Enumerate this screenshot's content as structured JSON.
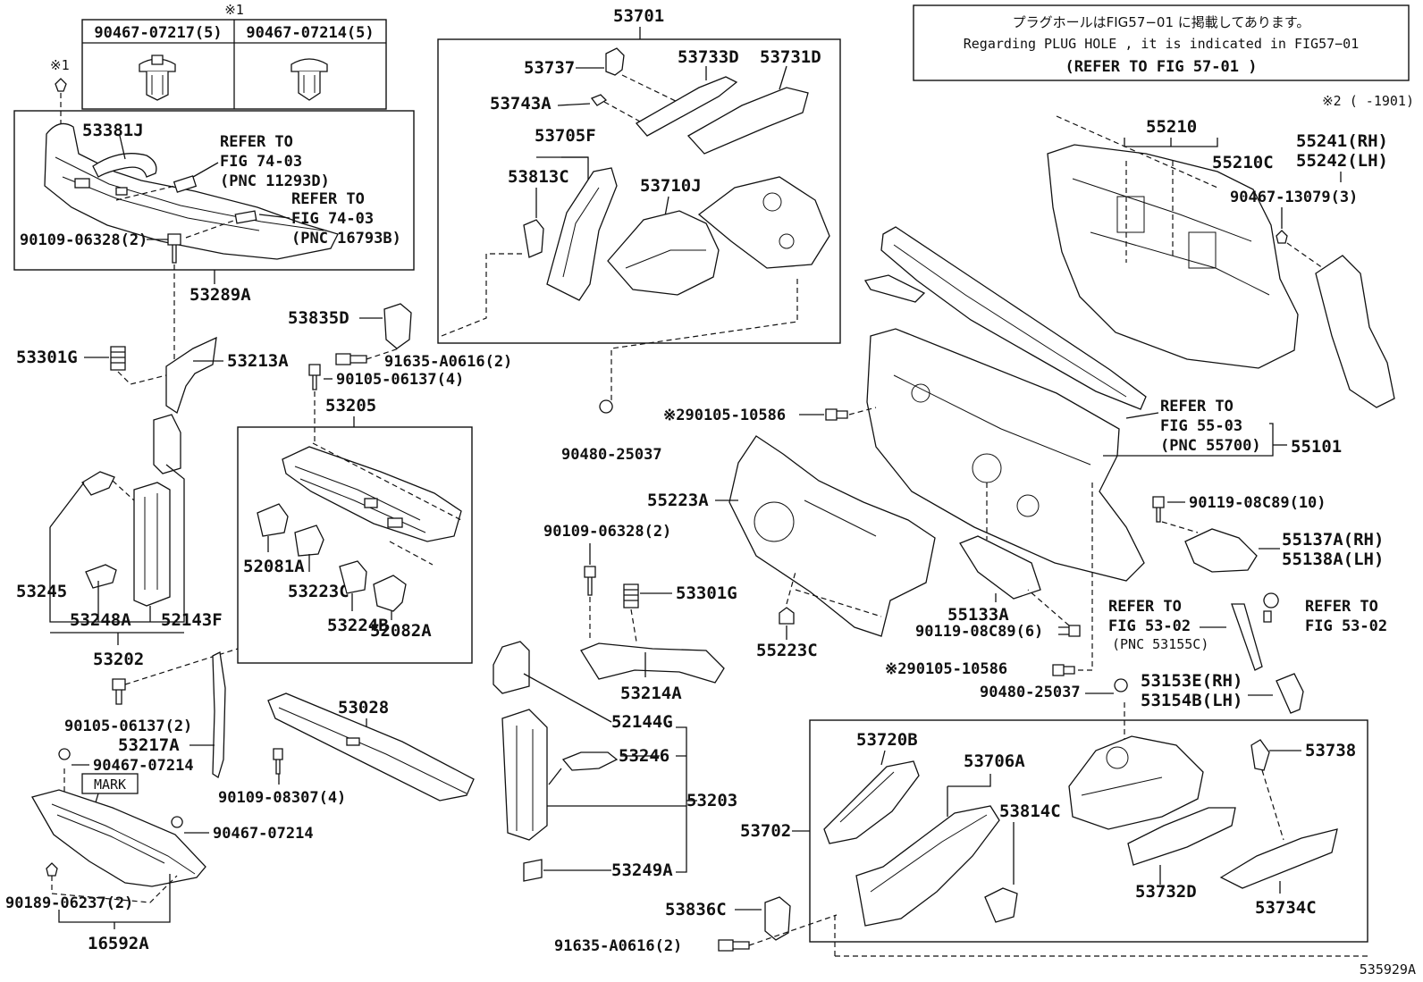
{
  "note": {
    "jp": "プラグホールはFIG57−01 に掲載してあります。",
    "en": "Regarding PLUG HOLE , it is indicated in FIG57−01",
    "ref": "(REFER TO FIG 57-01 )"
  },
  "footnote_range": "※2 (      -1901)",
  "clip_table": {
    "mark": "※1",
    "headers": [
      "90467-07217(5)",
      "90467-07214(5)"
    ]
  },
  "refs": {
    "r1": {
      "a": "REFER TO",
      "b": "FIG 74-03",
      "c": "(PNC 11293D)"
    },
    "r2": {
      "a": "REFER TO",
      "b": "FIG 74-03",
      "c": "(PNC 16793B)"
    },
    "r3": {
      "a": "REFER TO",
      "b": "FIG 55-03",
      "c": "(PNC 55700)"
    },
    "r4": {
      "a": "REFER TO",
      "b": "FIG 53-02",
      "c": "(PNC 53155C)"
    },
    "r5": {
      "a": "REFER TO",
      "b": "FIG 53-02"
    }
  },
  "labels": {
    "m1": "※1",
    "p53381J": "53381J",
    "p53289A": "53289A",
    "p90109_06328a": "90109-06328(2)",
    "p53301Ga": "53301G",
    "p53213A": "53213A",
    "p53835D": "53835D",
    "p91635a": "91635-A0616(2)",
    "p90105_06137_4": "90105-06137(4)",
    "p53205": "53205",
    "p52081A": "52081A",
    "p53223C": "53223C",
    "p53224B": "53224B",
    "p52082A": "52082A",
    "p53245": "53245",
    "p53248A": "53248A",
    "p52143F": "52143F",
    "p53202": "53202",
    "p90105_06137_2": "90105-06137(2)",
    "p53217A": "53217A",
    "p90467_07214a": "90467-07214",
    "mark": "MARK",
    "p90467_07214b": "90467-07214",
    "p90189": "90189-06237(2)",
    "p16592A": "16592A",
    "p53028": "53028",
    "p90109_08307": "90109-08307(4)",
    "p53701": "53701",
    "p53737": "53737",
    "p53733D": "53733D",
    "p53731D": "53731D",
    "p53743A": "53743A",
    "p53705F": "53705F",
    "p53813C": "53813C",
    "p53710J": "53710J",
    "p90480a": "90480-25037",
    "p90109_06328b": "90109-06328(2)",
    "p53301Gb": "53301G",
    "p53214A": "53214A",
    "p52144G": "52144G",
    "p53246": "53246",
    "p53203": "53203",
    "p53249A": "53249A",
    "p53836C": "53836C",
    "p91635b": "91635-A0616(2)",
    "p55210": "55210",
    "p55210C": "55210C",
    "p55241": "55241(RH)",
    "p55242": "55242(LH)",
    "p90467_13079": "90467-13079(3)",
    "p90105_10586a": "※290105-10586",
    "p55101": "55101",
    "p55223A": "55223A",
    "p55223C": "55223C",
    "p90119a": "90119-08C89(10)",
    "p55137A": "55137A(RH)",
    "p55138A": "55138A(LH)",
    "p55133A": "55133A",
    "p90119b": "90119-08C89(6)",
    "p90105_10586b": "※290105-10586",
    "p90480b": "90480-25037",
    "p53153E": "53153E(RH)",
    "p53154B": "53154B(LH)",
    "p53720B": "53720B",
    "p53706A": "53706A",
    "p53814C": "53814C",
    "p53702": "53702",
    "p53738": "53738",
    "p53732D": "53732D",
    "p53734C": "53734C",
    "fig": "535929A"
  }
}
